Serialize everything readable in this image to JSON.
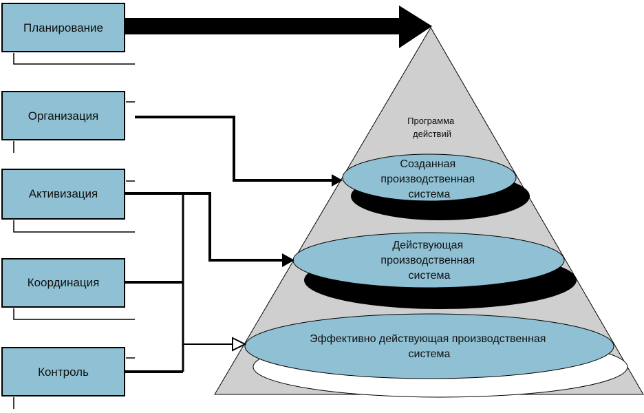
{
  "colors": {
    "box_fill": "#8fc0d3",
    "ellipse_fill": "#8fc0d3",
    "pyramid_fill": "#cfcfcf",
    "line": "#000000"
  },
  "functions": [
    {
      "id": "planning",
      "label": "Планирование"
    },
    {
      "id": "organization",
      "label": "Организация"
    },
    {
      "id": "activation",
      "label": "Активизация"
    },
    {
      "id": "coordination",
      "label": "Координация"
    },
    {
      "id": "control",
      "label": "Контроль"
    }
  ],
  "pyramid": {
    "apex_label": [
      "Программа",
      "действий"
    ],
    "levels": [
      {
        "id": "created",
        "label": [
          "Созданная",
          "производственная",
          "система"
        ]
      },
      {
        "id": "operating",
        "label": [
          "Действующая",
          "производственная",
          "система"
        ]
      },
      {
        "id": "effective",
        "label": [
          "Эффективно действующая производственная",
          "система"
        ]
      }
    ]
  }
}
